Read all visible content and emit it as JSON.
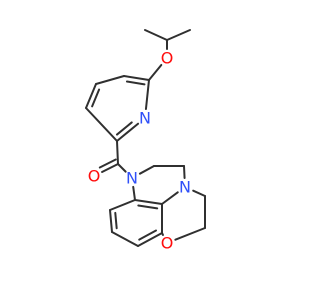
{
  "structure": {
    "atoms": [
      {
        "id": "isopropyl_ch",
        "element": "C",
        "label": ""
      },
      {
        "id": "isopropyl_me1",
        "element": "C",
        "label": ""
      },
      {
        "id": "isopropyl_me2",
        "element": "C",
        "label": ""
      },
      {
        "id": "ether_o",
        "element": "O",
        "label": "O"
      },
      {
        "id": "py_c6",
        "element": "C",
        "label": ""
      },
      {
        "id": "py_c5",
        "element": "C",
        "label": ""
      },
      {
        "id": "py_c4",
        "element": "C",
        "label": ""
      },
      {
        "id": "py_c3",
        "element": "C",
        "label": ""
      },
      {
        "id": "py_c2",
        "element": "C",
        "label": ""
      },
      {
        "id": "py_n1",
        "element": "N",
        "label": "N"
      },
      {
        "id": "carbonyl_c",
        "element": "C",
        "label": ""
      },
      {
        "id": "carbonyl_o",
        "element": "O",
        "label": "O"
      },
      {
        "id": "amide_n",
        "element": "N",
        "label": "N"
      },
      {
        "id": "ring_ch2_a",
        "element": "C",
        "label": ""
      },
      {
        "id": "ring_ch2_b",
        "element": "C",
        "label": ""
      },
      {
        "id": "amine_n",
        "element": "N",
        "label": "N"
      },
      {
        "id": "ring_ch2_c",
        "element": "C",
        "label": ""
      },
      {
        "id": "ring_ch2_d",
        "element": "C",
        "label": ""
      },
      {
        "id": "ring_o",
        "element": "O",
        "label": "O"
      },
      {
        "id": "ar_c1",
        "element": "C",
        "label": ""
      },
      {
        "id": "ar_c2",
        "element": "C",
        "label": ""
      },
      {
        "id": "ar_c3",
        "element": "C",
        "label": ""
      },
      {
        "id": "ar_c4",
        "element": "C",
        "label": ""
      },
      {
        "id": "ar_c5",
        "element": "C",
        "label": ""
      },
      {
        "id": "ar_c6",
        "element": "C",
        "label": ""
      }
    ],
    "bonds": [
      {
        "from": "isopropyl_ch",
        "to": "isopropyl_me1",
        "order": 1
      },
      {
        "from": "isopropyl_ch",
        "to": "isopropyl_me2",
        "order": 1
      },
      {
        "from": "isopropyl_ch",
        "to": "ether_o",
        "order": 1
      },
      {
        "from": "ether_o",
        "to": "py_c6",
        "order": 1
      },
      {
        "from": "py_c6",
        "to": "py_c5",
        "order": 2
      },
      {
        "from": "py_c5",
        "to": "py_c4",
        "order": 1
      },
      {
        "from": "py_c4",
        "to": "py_c3",
        "order": 2
      },
      {
        "from": "py_c3",
        "to": "py_c2",
        "order": 1
      },
      {
        "from": "py_c2",
        "to": "py_n1",
        "order": 2
      },
      {
        "from": "py_n1",
        "to": "py_c6",
        "order": 1
      },
      {
        "from": "py_c2",
        "to": "carbonyl_c",
        "order": 1
      },
      {
        "from": "carbonyl_c",
        "to": "carbonyl_o",
        "order": 2
      },
      {
        "from": "carbonyl_c",
        "to": "amide_n",
        "order": 1
      },
      {
        "from": "amide_n",
        "to": "ring_ch2_a",
        "order": 1
      },
      {
        "from": "ring_ch2_a",
        "to": "ring_ch2_b",
        "order": 1
      },
      {
        "from": "ring_ch2_b",
        "to": "amine_n",
        "order": 1
      },
      {
        "from": "amine_n",
        "to": "ring_ch2_c",
        "order": 1
      },
      {
        "from": "ring_ch2_c",
        "to": "ring_ch2_d",
        "order": 1
      },
      {
        "from": "ring_ch2_d",
        "to": "ring_o",
        "order": 1
      },
      {
        "from": "amine_n",
        "to": "ar_c2",
        "order": 1
      },
      {
        "from": "amide_n",
        "to": "ar_c1",
        "order": 1
      },
      {
        "from": "ar_c1",
        "to": "ar_c2",
        "order": 2
      },
      {
        "from": "ar_c2",
        "to": "ar_c3",
        "order": 1
      },
      {
        "from": "ar_c3",
        "to": "ar_c4",
        "order": 2
      },
      {
        "from": "ar_c4",
        "to": "ar_c5",
        "order": 1
      },
      {
        "from": "ar_c5",
        "to": "ar_c6",
        "order": 2
      },
      {
        "from": "ar_c6",
        "to": "ar_c1",
        "order": 1
      },
      {
        "from": "ar_c3",
        "to": "ring_o",
        "order": 1
      }
    ]
  },
  "colors": {
    "carbon_bond": "#303030",
    "oxygen": "#ff0d0d",
    "nitrogen": "#3050f8"
  }
}
